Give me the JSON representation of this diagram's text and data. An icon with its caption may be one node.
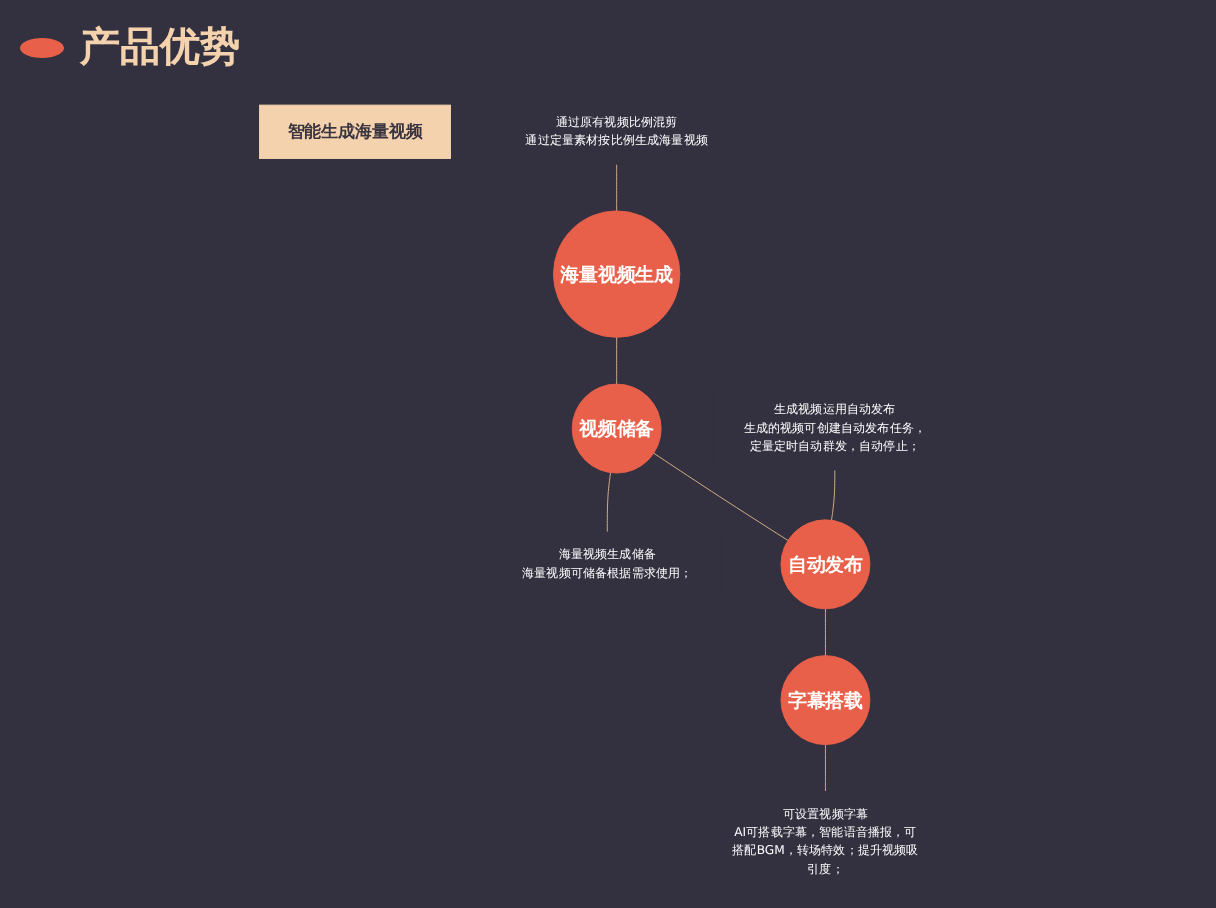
{
  "diagram": {
    "title": "产品优势",
    "nodes": [
      {
        "text": [
          "智能生成海量视频"
        ]
      },
      {
        "text": [
          "海量视频生成"
        ]
      },
      {
        "text": [
          "视频储备"
        ]
      },
      {
        "text": [
          "自动发布"
        ]
      },
      {
        "text": [
          "字幕搭载"
        ]
      },
      {
        "text": [
          "通过原有视频比例混剪",
          "通过定量素材按比例生成海量视频"
        ]
      },
      {
        "text": [
          "海量视频生成储备",
          "海量视频可储备根据需求使用；"
        ]
      },
      {
        "text": [
          "生成视频运用自动发布",
          "生成的视频可创建自动发布任务，定量定时自动群发，自动停止；"
        ]
      },
      {
        "text": [
          "可设置视频字幕",
          "AI可搭载字幕，智能语音播报，可搭配BGM，转场特效；提升视频吸引度；"
        ]
      }
    ],
    "edges": [
      {
        "from": 5,
        "to": 1,
        "arrow": "none"
      },
      {
        "from": 1,
        "to": 2,
        "arrow": "none"
      },
      {
        "from": 2,
        "to": 6,
        "arrow": "none"
      },
      {
        "from": 2,
        "to": 3,
        "arrow": "none"
      },
      {
        "from": 7,
        "to": 3,
        "arrow": "none"
      },
      {
        "from": 3,
        "to": 4,
        "arrow": "none"
      },
      {
        "from": 4,
        "to": 8,
        "arrow": "none"
      }
    ]
  }
}
